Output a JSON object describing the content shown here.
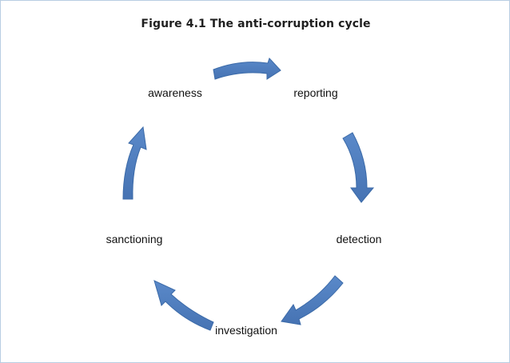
{
  "title": "Figure 4.1 The anti-corruption cycle",
  "stages": [
    "awareness",
    "reporting",
    "detection",
    "investigation",
    "sanctioning"
  ],
  "colors": {
    "arrow_fill": "#4f7fc0",
    "arrow_stroke": "#3b6aa8",
    "frame_border": "#b9cde2"
  }
}
